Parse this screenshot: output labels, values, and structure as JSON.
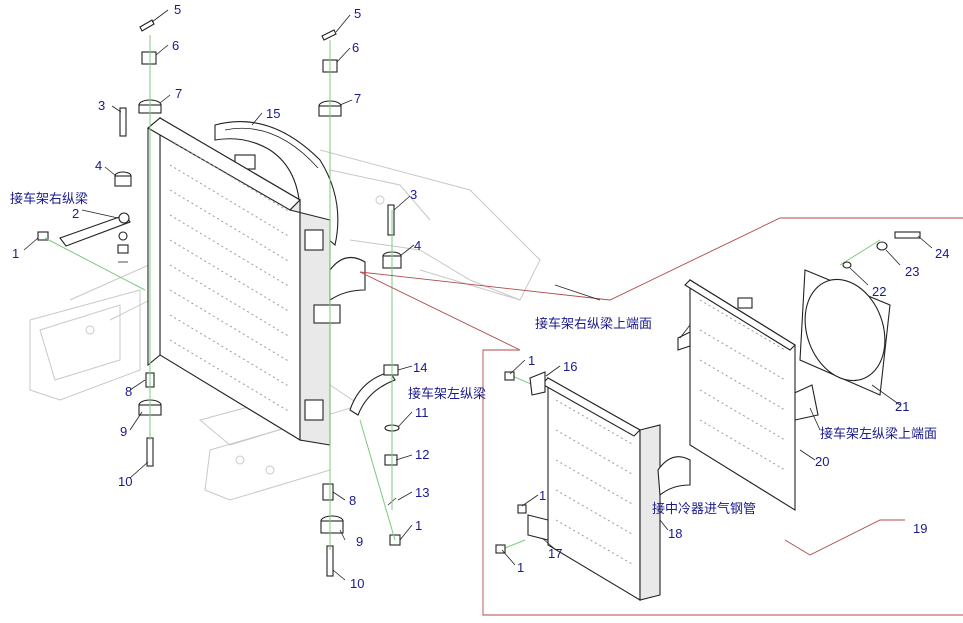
{
  "labels": {
    "right_rail": "接车架右纵梁",
    "left_rail": "接车架左纵梁",
    "right_rail_top": "接车架右纵梁上端面",
    "left_rail_top": "接车架左纵梁上端面",
    "intercooler_pipe": "接中冷器进气钢管"
  },
  "callouts": {
    "c1a": "1",
    "c1b": "1",
    "c1c": "1",
    "c1d": "1",
    "c1e": "1",
    "c2": "2",
    "c3a": "3",
    "c3b": "3",
    "c4a": "4",
    "c4b": "4",
    "c5a": "5",
    "c5b": "5",
    "c6a": "6",
    "c6b": "6",
    "c7a": "7",
    "c7b": "7",
    "c8a": "8",
    "c8b": "8",
    "c9a": "9",
    "c9b": "9",
    "c10a": "10",
    "c10b": "10",
    "c11": "11",
    "c12": "12",
    "c13": "13",
    "c14": "14",
    "c15": "15",
    "c16": "16",
    "c17": "17",
    "c18": "18",
    "c19": "19",
    "c20": "20",
    "c21": "21",
    "c22": "22",
    "c23": "23",
    "c24": "24"
  }
}
